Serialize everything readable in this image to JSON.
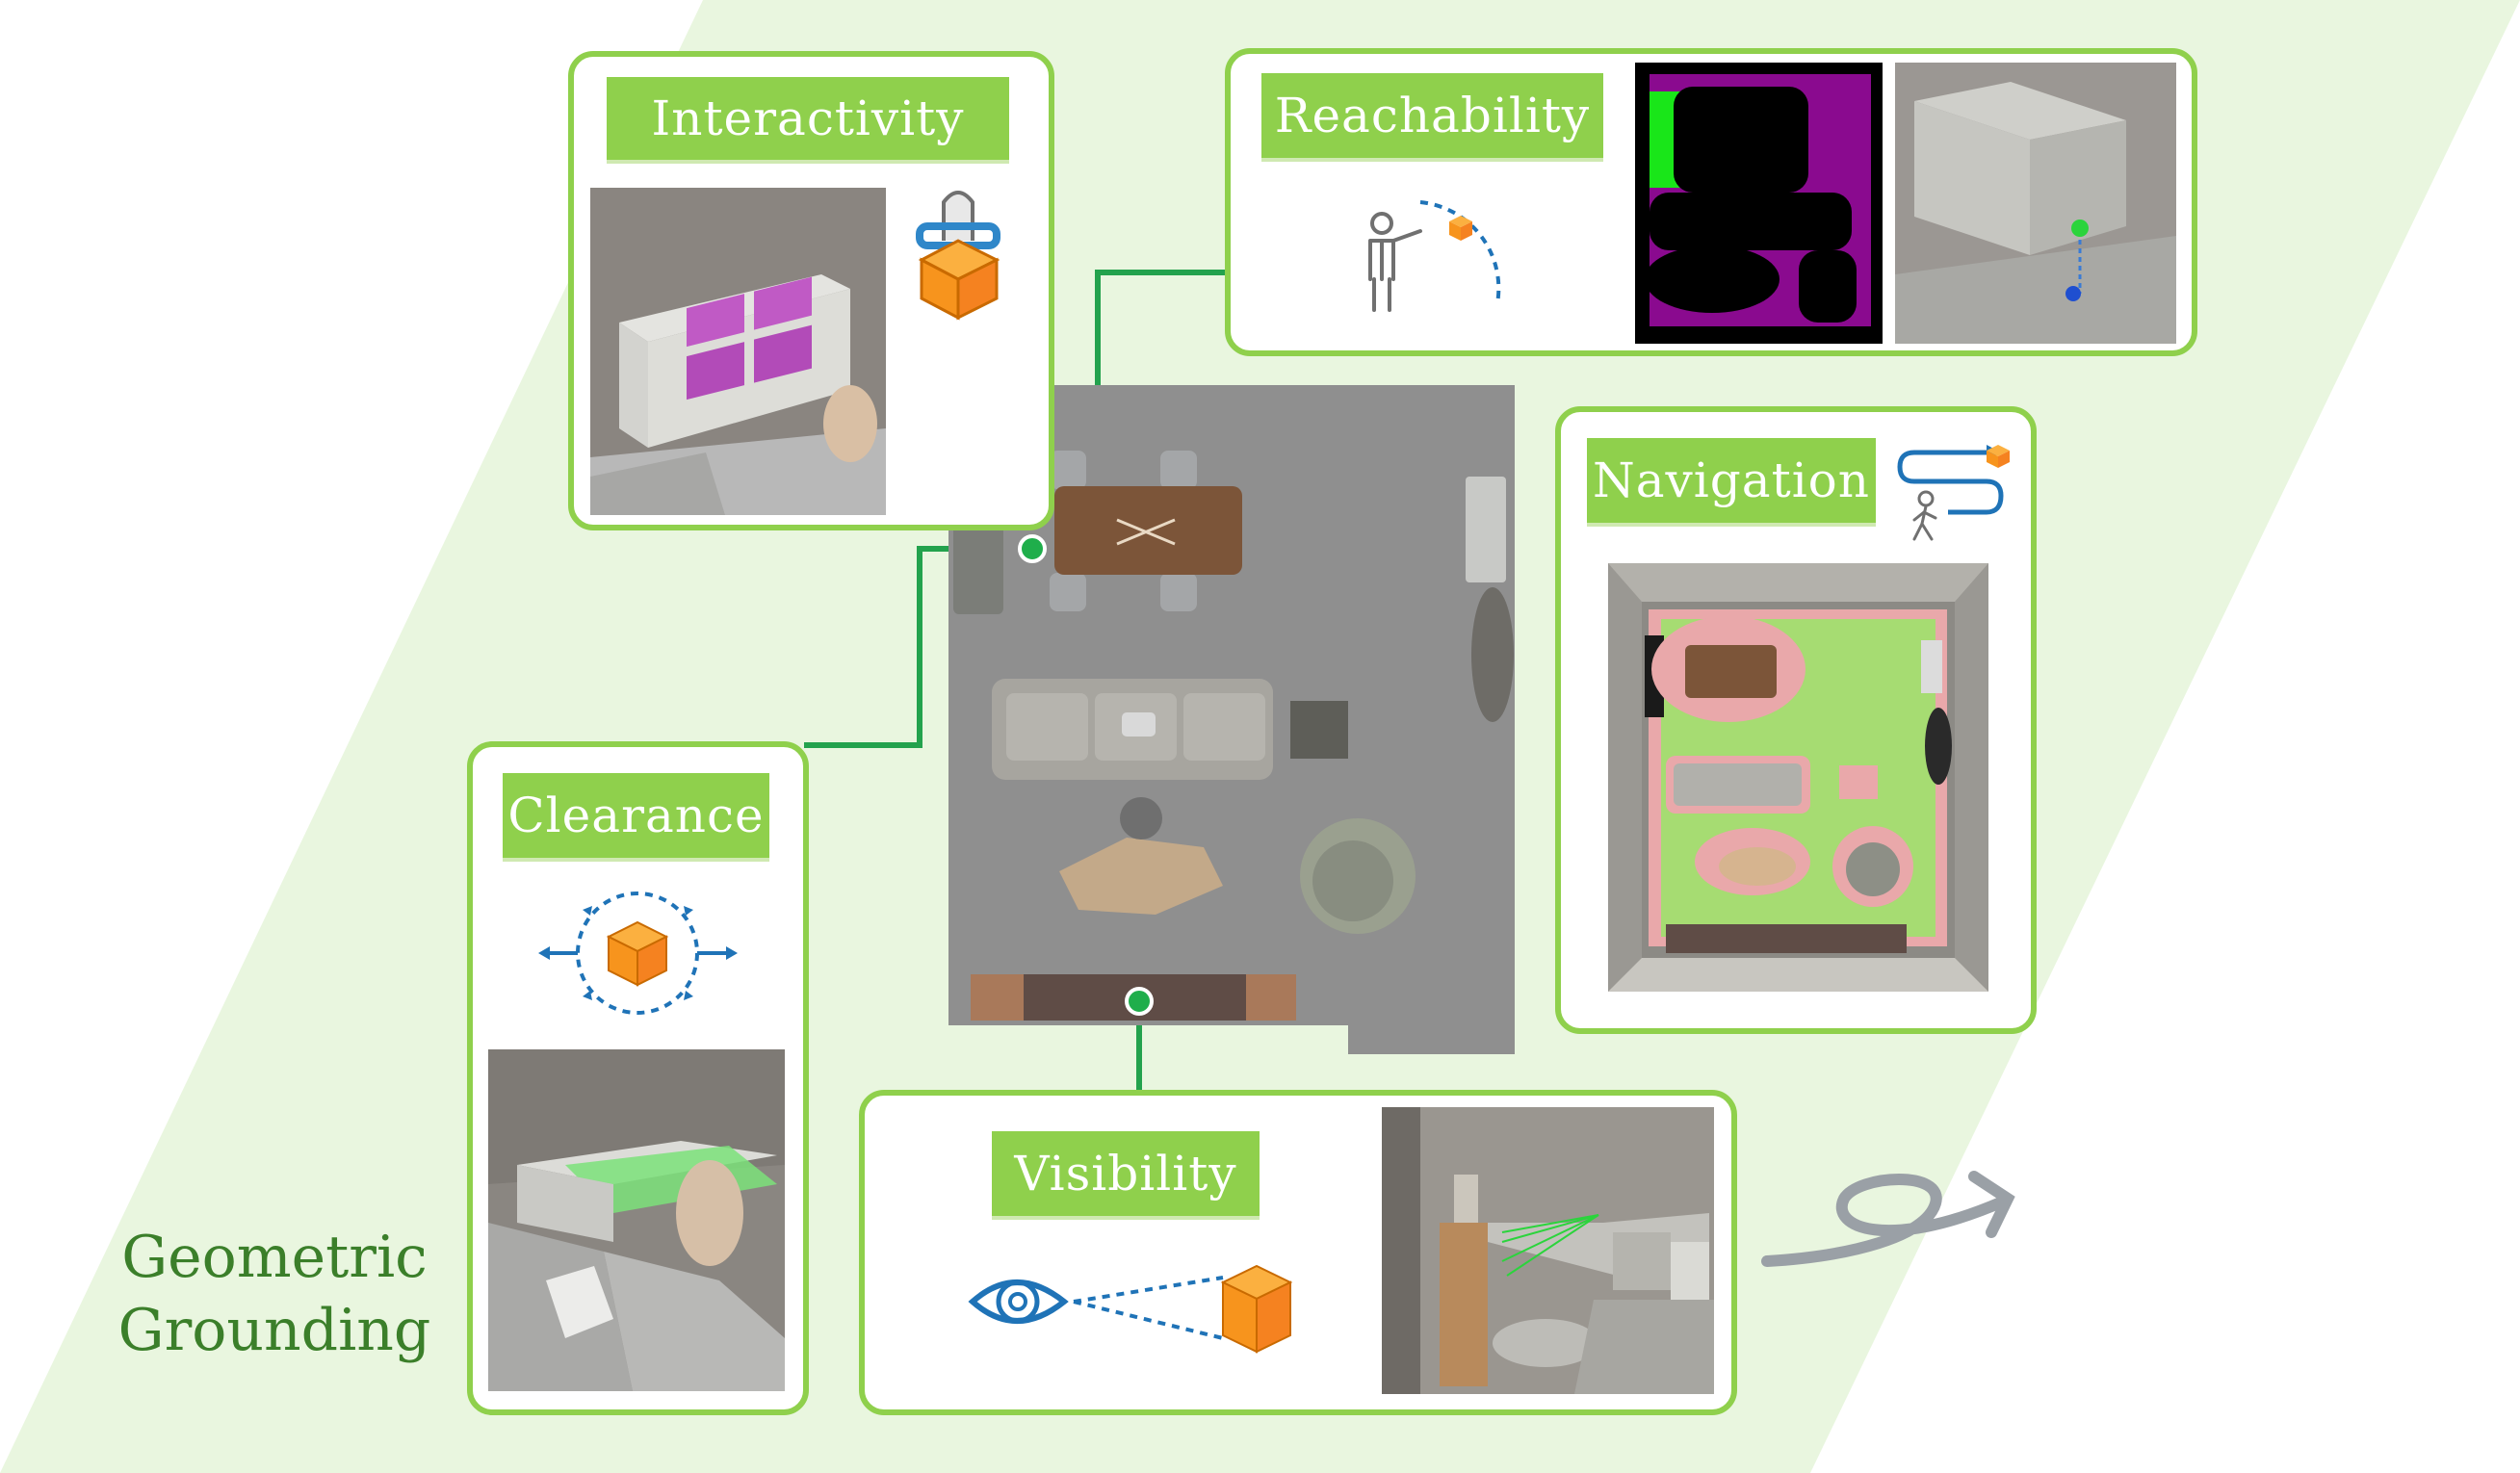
{
  "diagram": {
    "title_line1": "Geometric",
    "title_line2": "Grounding",
    "panels": {
      "interactivity": "Interactivity",
      "reachability": "Reachability",
      "navigation": "Navigation",
      "clearance": "Clearance",
      "visibility": "Visibility"
    }
  },
  "colors": {
    "background_band": "#e9f6df",
    "card_border": "#8fd04c",
    "label_fill": "#8fd04c",
    "connector": "#23a24d",
    "icon_blue": "#1f73b7",
    "icon_orange": "#f7941d",
    "title_text": "#3b7f2a",
    "reach_mask": "#8a0a8f",
    "reach_free": "#19e619"
  },
  "icons": [
    "grasp-hand-box-icon",
    "person-reach-icon",
    "path-walk-icon",
    "clearance-arrows-icon",
    "eye-sight-icon",
    "curly-arrow-icon"
  ]
}
